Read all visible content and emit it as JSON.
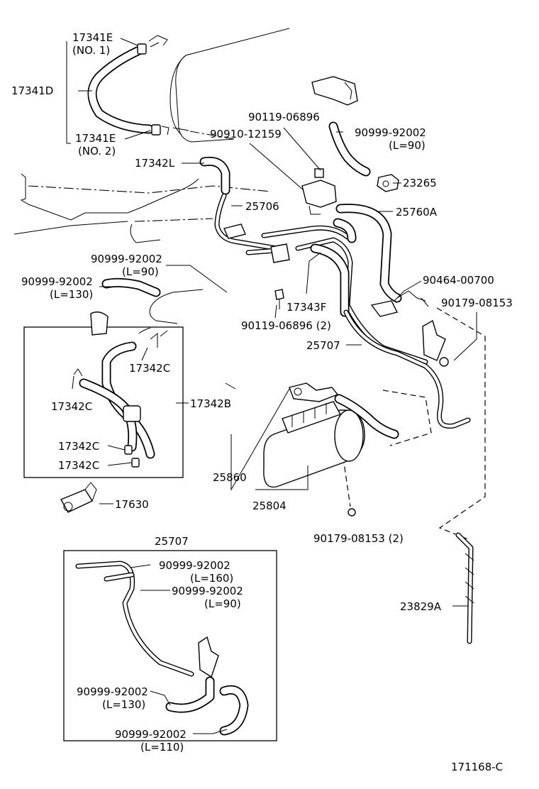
{
  "labels": {
    "p17341E_1": "17341E",
    "p17341E_1_note": "(NO. 1)",
    "p17341D": "17341D",
    "p17341E_2": "17341E",
    "p17341E_2_note": "(NO. 2)",
    "p17342L": "17342L",
    "p25706": "25706",
    "p90119_06896_top": "90119-06896",
    "p90910_12159": "90910-12159",
    "p90999_92002_top": "90999-92002",
    "p90999_92002_top_len": "(L=90)",
    "p23265": "23265",
    "p25760A": "25760A",
    "p90999_92002_l90": "90999-92002",
    "p90999_92002_l90_len": "(L=90)",
    "p90999_92002_l130": "90999-92002",
    "p90999_92002_l130_len": "(L=130)",
    "p90464_00700": "90464-00700",
    "p90179_08153": "90179-08153",
    "p17343F": "17343F",
    "p90119_06896_2": "90119-06896 (2)",
    "p25707": "25707",
    "p17342C_a": "17342C",
    "p17342B": "17342B",
    "p17342C_b": "17342C",
    "p17342C_c": "17342C",
    "p17342C_d": "17342C",
    "p17630": "17630",
    "p25860": "25860",
    "p25804": "25804",
    "p90179_08153_2": "90179-08153 (2)",
    "sub_25707": "25707",
    "sub_a": "90999-92002",
    "sub_a_len": "(L=160)",
    "sub_b": "90999-92002",
    "sub_b_len": "(L=90)",
    "p23829A": "23829A",
    "sub_c": "90999-92002",
    "sub_c_len": "(L=130)",
    "sub_d": "90999-92002",
    "sub_d_len": "(L=110)",
    "figure_code": "171168-C"
  }
}
